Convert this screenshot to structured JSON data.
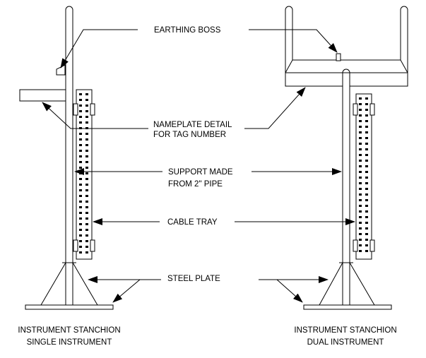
{
  "labels": {
    "earthing_boss": "EARTHING BOSS",
    "nameplate_line1": "NAMEPLATE DETAIL",
    "nameplate_line2": "FOR TAG NUMBER",
    "support_line1": "SUPPORT MADE",
    "support_line2": "FROM 2\" PIPE",
    "cable_tray": "CABLE TRAY",
    "steel_plate": "STEEL PLATE"
  },
  "captions": {
    "left_line1": "INSTRUMENT STANCHION",
    "left_line2": "SINGLE INSTRUMENT",
    "right_line1": "INSTRUMENT STANCHION",
    "right_line2": "DUAL INSTRUMENT"
  },
  "colors": {
    "line": "#000000",
    "background": "#ffffff"
  }
}
